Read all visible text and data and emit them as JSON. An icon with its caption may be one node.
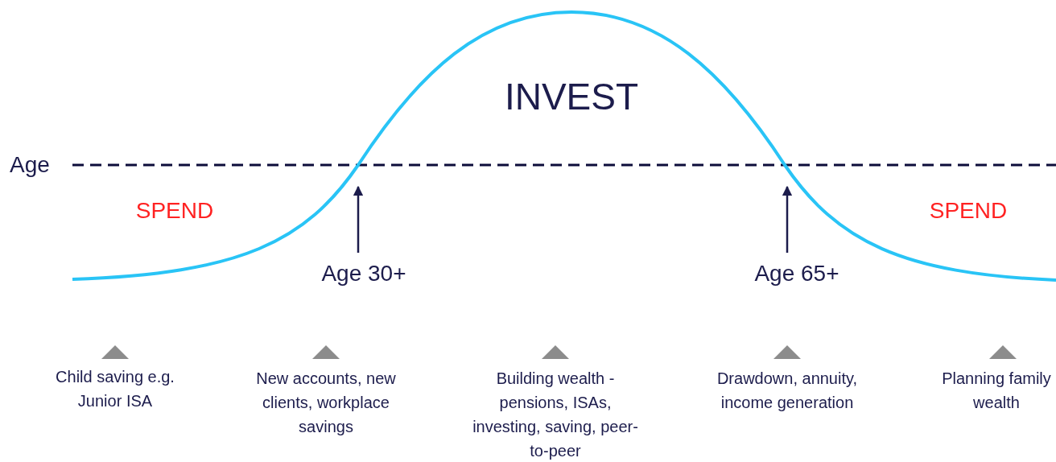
{
  "diagram": {
    "nodes": [
      {
        "text": [
          "Age 30+"
        ]
      },
      {
        "text": [
          "Age 65+"
        ]
      }
    ],
    "edges": [
      {
        "from": 0,
        "to": null,
        "arrow": "to"
      },
      {
        "from": 1,
        "to": null,
        "arrow": "to"
      }
    ],
    "labels": [
      "INVEST",
      "Age",
      "SPEND",
      "SPEND",
      "Child saving e.g. Junior ISA",
      "New accounts, new clients, workplace savings",
      "Building wealth - pensions, ISAs, investing, saving, peer-to-peer",
      "Drawdown, annuity, income generation",
      "Planning family wealth"
    ]
  }
}
